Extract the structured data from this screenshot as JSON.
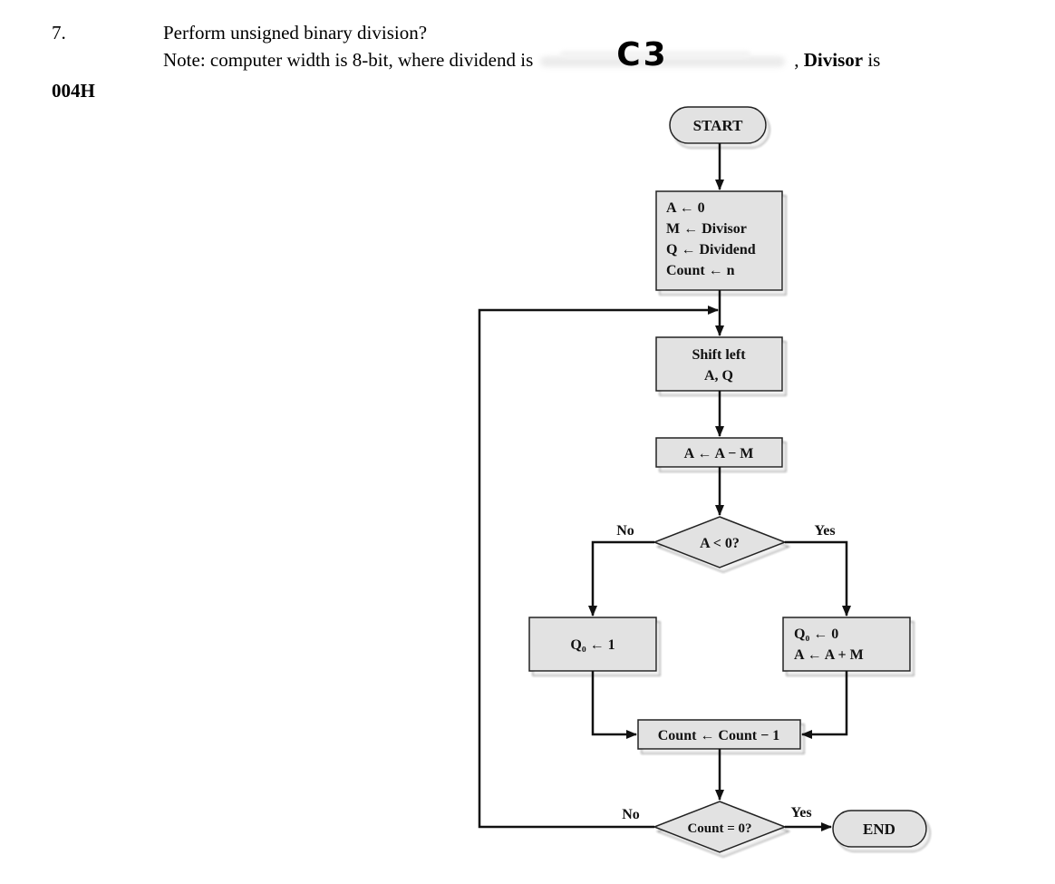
{
  "question": {
    "number": "7.",
    "title": "Perform unsigned binary division?",
    "note_prefix": "Note: computer width is 8-bit, where dividend is",
    "dividend_handwritten": "C3",
    "note_comma": ", ",
    "divisor_label": "Divisor",
    "note_is": " is",
    "divisor_value": "004H"
  },
  "flowchart": {
    "start": "START",
    "init": [
      "A ← 0",
      "M ← Divisor",
      "Q ← Dividend",
      "Count ← n"
    ],
    "shift": [
      "Shift left",
      "A, Q"
    ],
    "subtract": "A ← A − M",
    "decision_a": "A < 0?",
    "decision_a_no": "No",
    "decision_a_yes": "Yes",
    "set_q1": "Q₀ ← 1",
    "restore": [
      "Q₀ ← 0",
      "A ← A + M"
    ],
    "decrement": "Count ← Count − 1",
    "decision_count": "Count = 0?",
    "decision_count_no": "No",
    "decision_count_yes": "Yes",
    "end": "END"
  }
}
